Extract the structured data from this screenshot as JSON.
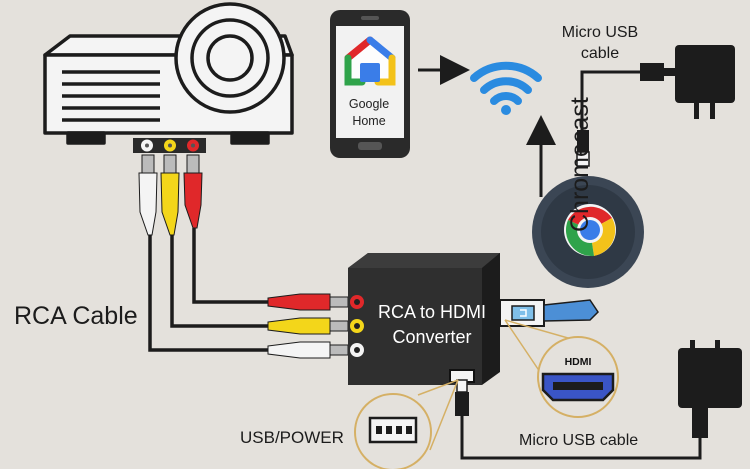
{
  "phone": {
    "app_label_line1": "Google",
    "app_label_line2": "Home"
  },
  "converter": {
    "label_line1": "RCA to HDMI",
    "label_line2": "Converter"
  },
  "labels": {
    "rca_cable": "RCA Cable",
    "usb_power": "USB/POWER",
    "micro_usb_cable_bottom": "Micro USB cable",
    "micro_usb_top_line1": "Micro USB",
    "micro_usb_top_line2": "cable",
    "chromecast": "Chromecast",
    "hdmi_badge": "HDMI"
  },
  "colors": {
    "background": "#e4e1dc",
    "device_dark": "#2a2a2a",
    "wifi": "#2a8be0",
    "rca_white": "#f4f4f4",
    "rca_yellow": "#f3d61a",
    "rca_red": "#e0282a",
    "hdmi_blue": "#3a55c6",
    "callout_ring": "#d5b065"
  }
}
